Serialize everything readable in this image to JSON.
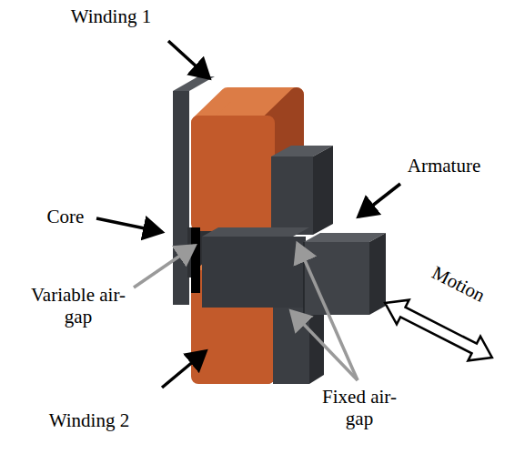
{
  "diagram": {
    "labels": [
      "Winding 1",
      "Armature",
      "Core",
      "Variable air-gap",
      "Motion",
      "Fixed air-gap",
      "Winding 2"
    ]
  }
}
